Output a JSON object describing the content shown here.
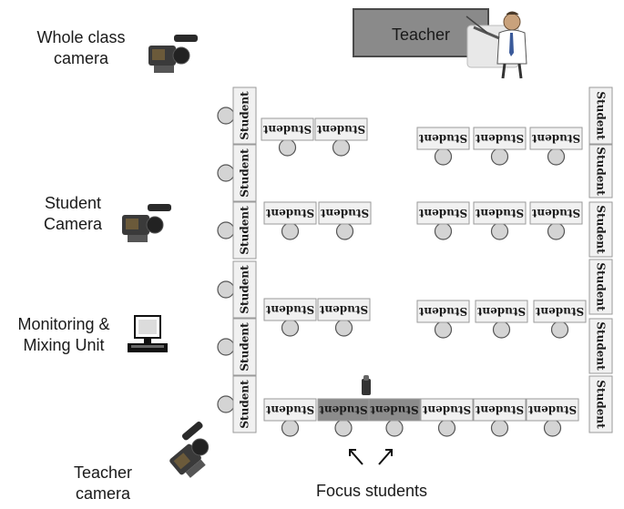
{
  "labels": {
    "teacher_board": "Teacher",
    "whole_class_camera": [
      "Whole class",
      "camera"
    ],
    "student_camera": [
      "Student",
      "Camera"
    ],
    "monitoring": [
      "Monitoring &",
      "Mixing Unit"
    ],
    "teacher_camera": [
      "Teacher",
      "camera"
    ],
    "focus_students": "Focus students"
  },
  "desk_label": "Student",
  "colors": {
    "desk_fill": "#f1f1f1",
    "desk_border": "#9a9a9a",
    "focus_fill": "#8c8c8c",
    "chair_fill": "#d4d4d4",
    "board_fill": "#8a8a8a",
    "text": "#1a1a1a"
  },
  "icons": {
    "whole_class_camera": "video-camera-icon",
    "student_camera": "video-camera-icon",
    "teacher_camera": "video-camera-icon",
    "monitoring": "computer-monitor-icon",
    "teacher": "teacher-figure-icon",
    "microphone": "microphone-icon"
  }
}
